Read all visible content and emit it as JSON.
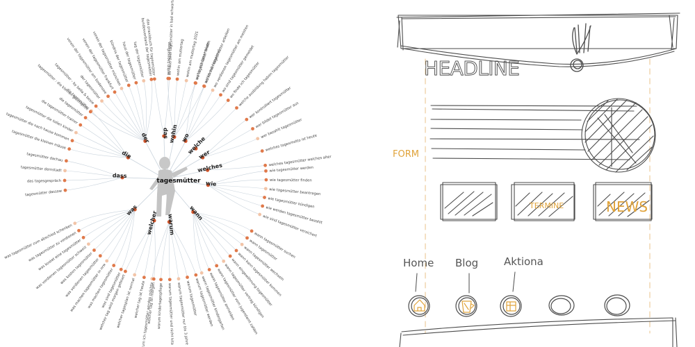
{
  "mindmap": {
    "center_label": "tagesmütter",
    "colors": {
      "edge": "#c9d3dc",
      "leaf_dot": "#e0794a",
      "leaf_dot_light": "#f2c4a7",
      "branch_dot": "#d2552a",
      "text": "#333333"
    },
    "branches": [
      {
        "label": "das",
        "leaves": [
          "das praxisbuch für tagesmütter",
          "es haus zwei tagesmütter in bad schwartau"
        ]
      },
      {
        "label": "wohin",
        "leaves": [
          "wohin tagespflege",
          "wohin am muttertag",
          "wohin am muttertag 2021",
          "wohin mit tanamaium",
          "wohin mit tamaimal"
        ]
      },
      {
        "label": "wo",
        "leaves": [
          "wo tagesmütter finden",
          "wo können tagesmütter arbeiten",
          "wo verdienen tagesmütter am meisten",
          "wo sind tagesmütter gemeldet",
          "wo finde ich tagesmütter"
        ]
      },
      {
        "label": "welche",
        "leaves": [
          "welche ausbildung haben tagesmütter"
        ]
      },
      {
        "label": "wer",
        "leaves": [
          "wer kontrolliert tagesmütter",
          "wer bildet tagesmütter aus",
          "wer bezahlt tagesmütter"
        ]
      },
      {
        "label": "welches",
        "leaves": [
          "welches tagesmotto ist heute",
          "welches tagesmütter welches alter"
        ]
      },
      {
        "label": "wie",
        "leaves": [
          "wie tagesmütter werden",
          "wie tagesmütter finden",
          "wie tagesmütter beantragen",
          "wie tagesmütter kündigen",
          "wie werden tagesmütter bezahlt",
          "wie sind tagesmütter versichert"
        ]
      },
      {
        "label": "wann",
        "leaves": [
          "wann tagesmütter suchen",
          "wann tagesmütter",
          "wann tagesmütter wechseln",
          "wann kann tagesmütter kommen",
          "wann eingewöhnung tagesmütter",
          "wann tagesmütter vertrag kündigen",
          "wann tagesmütter vom jugendamt zahlen",
          "wann tagesmütter anmelden",
          "wann tagesmütter kindergarten"
        ]
      },
      {
        "label": "warum",
        "leaves": [
          "warum tagesmütter werden",
          "warum tagesmütter",
          "warum tagesmütter nur bis 3 jahre",
          "warum tagesmütter und nicht kita",
          "warum kindertagespflege",
          "warum ich tagesmütter werden möchte"
        ]
      },
      {
        "label": "welcher",
        "leaves": [
          "welcher tag ist morgen",
          "welcher tag ist heute",
          "welcher tagesplan ist normal",
          "welcher tag wird morgen gefeiert"
        ]
      },
      {
        "label": "was",
        "leaves": [
          "was sind tagesmütter",
          "was machen tagesmütter",
          "was machen tagesmütter in nrw",
          "was verdienen tagesmütter",
          "was kosten tagesmütter",
          "was verdienen tagesmütter schweiz",
          "was kostet eine tagesmütter",
          "was tagesmütter zu verdienen",
          "was tagesmütter zum abschied schenken"
        ]
      },
      {
        "label": "dass",
        "leaves": [
          "tagesmütter dassow",
          "das tagesgespräch",
          "tagesmütter dernstadt",
          "tagesmütter dachau"
        ]
      },
      {
        "label": "die",
        "leaves": [
          "tagesmütter die kleinen mäuse",
          "tagesmütter die nach hause kommen",
          "tagesmütter die tollen kinder",
          "die tagesmütter trainer",
          "die tagesmütter",
          "die tagesmütter"
        ]
      },
      {
        "label": "der",
        "leaves": [
          "tagesmütter : die kleinen glückspilze",
          "tagesmütter - by bella & bexie",
          "der tagesmütter",
          "verein der tagesmütter am bodensee",
          "verein der tagesmütter frankfurt",
          "verein der tagesmütter münchen",
          "bündnis der tagesmütter",
          "haus der tagesmütter",
          "tag der tagesmütter",
          "bundesverband der tagesmütter"
        ]
      }
    ]
  },
  "sketch": {
    "headline": "HEADLINE",
    "form_label": "FORM",
    "tiles": [
      {
        "label": "",
        "highlighted": false
      },
      {
        "label": "TERMINE",
        "highlighted": true
      },
      {
        "label": "NEWS",
        "highlighted": true
      }
    ],
    "nav": [
      {
        "label": "Home",
        "icon": "house-icon"
      },
      {
        "label": "Blog",
        "icon": "cup-icon"
      },
      {
        "label": "Aktiona",
        "icon": "box-icon"
      },
      {
        "label": "",
        "icon": "empty-circle"
      },
      {
        "label": "",
        "icon": "empty-circle"
      }
    ],
    "colors": {
      "pencil": "#4a4a4a",
      "accent": "#e0a33a",
      "guide": "#e8c28a"
    }
  }
}
